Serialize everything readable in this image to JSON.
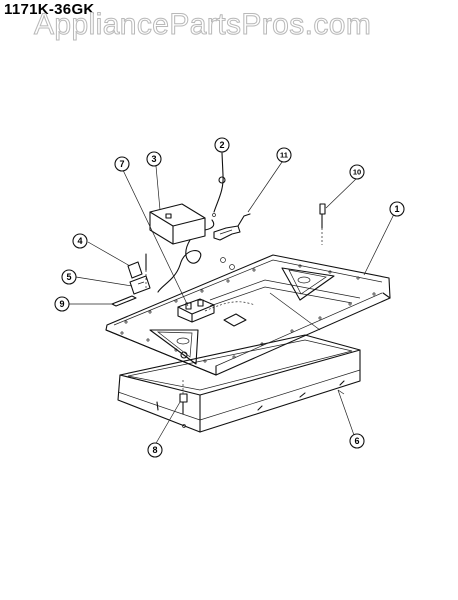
{
  "header": {
    "model_number": "1171K-36GK",
    "watermark": "AppliancePartsPros.com"
  },
  "diagram": {
    "callouts": [
      {
        "id": "c1",
        "label": "1"
      },
      {
        "id": "c2",
        "label": "2"
      },
      {
        "id": "c3",
        "label": "3"
      },
      {
        "id": "c4",
        "label": "4"
      },
      {
        "id": "c5",
        "label": "5"
      },
      {
        "id": "c6",
        "label": "6"
      },
      {
        "id": "c7",
        "label": "7"
      },
      {
        "id": "c8",
        "label": "8"
      },
      {
        "id": "c9",
        "label": "9"
      },
      {
        "id": "c10",
        "label": "10"
      },
      {
        "id": "c11",
        "label": "11"
      }
    ]
  }
}
